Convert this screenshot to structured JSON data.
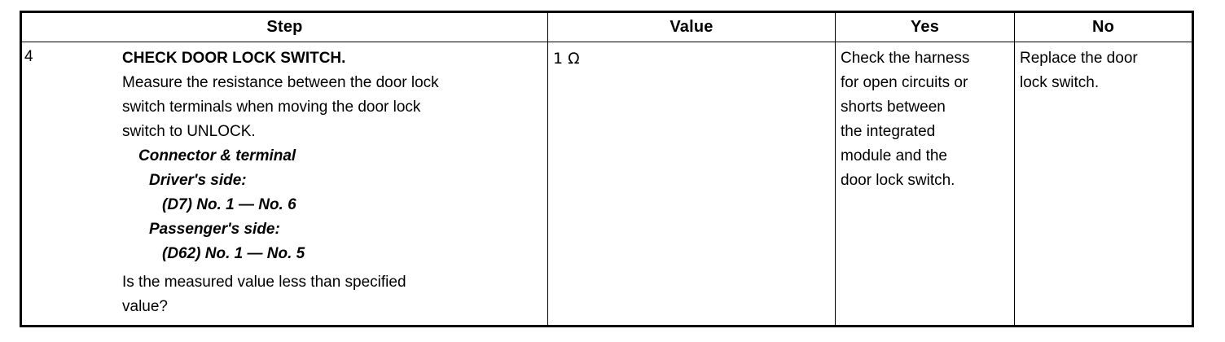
{
  "table": {
    "columns": [
      {
        "key": "step",
        "label": "Step"
      },
      {
        "key": "value",
        "label": "Value"
      },
      {
        "key": "yes",
        "label": "Yes"
      },
      {
        "key": "no",
        "label": "No"
      }
    ],
    "rows": [
      {
        "step_number": "4",
        "step_lines": [
          {
            "text": "CHECK DOOR LOCK SWITCH.",
            "style": "bold",
            "indent": 0
          },
          {
            "text": "Measure the resistance between the door lock",
            "style": "normal",
            "indent": 0
          },
          {
            "text": "switch terminals when moving the door lock",
            "style": "normal",
            "indent": 0
          },
          {
            "text": "switch to UNLOCK.",
            "style": "normal",
            "indent": 0
          },
          {
            "text": "Connector & terminal",
            "style": "bold-italic",
            "indent": 1
          },
          {
            "text": "Driver's side:",
            "style": "bold-italic",
            "indent": 2
          },
          {
            "text": "(D7) No. 1 — No. 6",
            "style": "bold-italic",
            "indent": 3
          },
          {
            "text": "Passenger's side:",
            "style": "bold-italic",
            "indent": 2
          },
          {
            "text": "(D62) No. 1 — No. 5",
            "style": "bold-italic",
            "indent": 3
          },
          {
            "text": "Is the measured value less than specified",
            "style": "normal",
            "indent": 0
          },
          {
            "text": "value?",
            "style": "normal",
            "indent": 0
          }
        ],
        "value_lines": [
          "1 Ω"
        ],
        "yes_lines": [
          "Check the harness",
          "for open circuits or",
          "shorts between",
          "the integrated",
          "module and the",
          "door lock switch."
        ],
        "no_lines": [
          "Replace the door",
          "lock switch."
        ]
      }
    ]
  },
  "style": {
    "border_color": "#000000",
    "text_color": "#000000",
    "background": "#ffffff"
  }
}
